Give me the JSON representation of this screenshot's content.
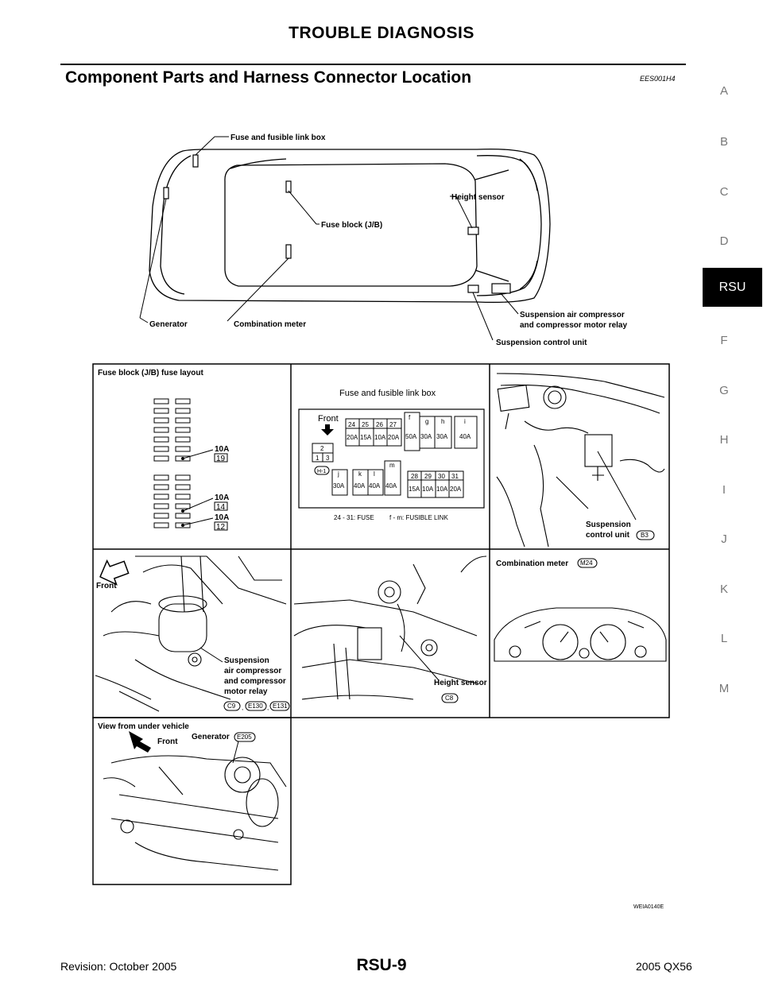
{
  "header": {
    "title": "TROUBLE DIAGNOSIS"
  },
  "section": {
    "title": "Component Parts and Harness Connector Location",
    "code": "EES001H4"
  },
  "side_index": {
    "letters": [
      "A",
      "B",
      "C",
      "D",
      "F",
      "G",
      "H",
      "I",
      "J",
      "K",
      "L",
      "M"
    ],
    "active_tab": "RSU"
  },
  "vehicle_diagram": {
    "callouts": {
      "fuse_link_box": "Fuse and fusible link box",
      "fuse_block": "Fuse block (J/B)",
      "height_sensor": "Height sensor",
      "generator": "Generator",
      "combination_meter": "Combination meter",
      "compressor_line1": "Suspension air compressor",
      "compressor_line2": "and compressor motor relay",
      "control_unit": "Suspension control unit"
    }
  },
  "panels": {
    "fuse_block_layout": {
      "title": "Fuse block (J/B) fuse layout",
      "fuses": [
        {
          "amp": "10A",
          "num": "19"
        },
        {
          "amp": "10A",
          "num": "14"
        },
        {
          "amp": "10A",
          "num": "12"
        }
      ]
    },
    "fuse_link_box": {
      "title": "Fuse and fusible link box",
      "front": "Front",
      "top_nums": [
        "24",
        "25",
        "26",
        "27"
      ],
      "top_amps": [
        "20A",
        "15A",
        "10A",
        "20A"
      ],
      "link_letters": [
        "f",
        "g",
        "h",
        "i"
      ],
      "link_amps": [
        "50A",
        "30A",
        "30A",
        "40A"
      ],
      "small_2": "2",
      "small_1": "1",
      "small_3": "3",
      "h1": "H-1",
      "mid_letters": [
        "j",
        "k",
        "l",
        "m"
      ],
      "mid_amps": [
        "30A",
        "40A",
        "40A",
        "40A"
      ],
      "bot_nums": [
        "28",
        "29",
        "30",
        "31"
      ],
      "bot_amps": [
        "15A",
        "10A",
        "10A",
        "20A"
      ],
      "legend_fuse": "24 - 31: FUSE",
      "legend_link": "f - m: FUSIBLE LINK"
    },
    "control_unit": {
      "line1": "Suspension",
      "line2": "control unit",
      "connector": "B3"
    },
    "compressor": {
      "front": "Front",
      "lines": [
        "Suspension",
        "air compressor",
        "and compressor",
        "motor relay"
      ],
      "connectors": [
        "C9",
        "E130",
        "E131"
      ],
      "sep": ","
    },
    "height_sensor": {
      "label": "Height sensor",
      "connector": "C8"
    },
    "combination_meter": {
      "label": "Combination meter",
      "connector": "M24"
    },
    "generator": {
      "title": "View from under vehicle",
      "front": "Front",
      "label": "Generator",
      "connector": "E205"
    }
  },
  "figure_id": "WEIA0140E",
  "footer": {
    "revision": "Revision: October 2005",
    "page": "RSU-9",
    "model": "2005 QX56"
  }
}
